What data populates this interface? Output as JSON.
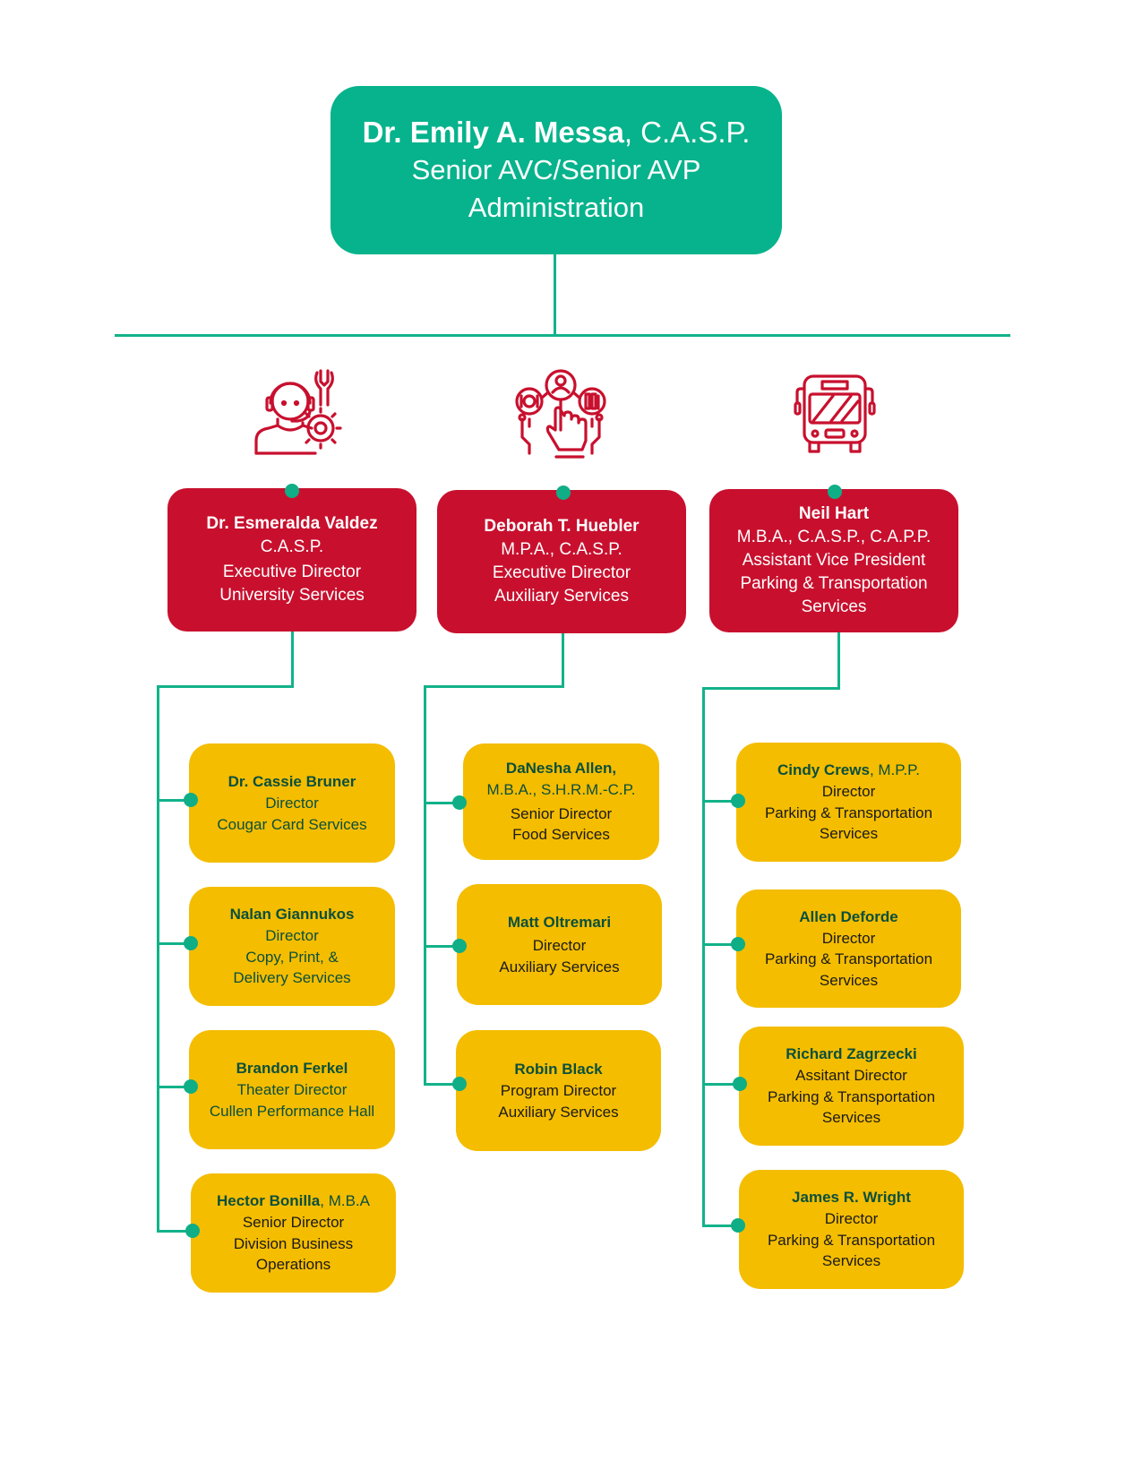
{
  "colors": {
    "top": "#06b38c",
    "director": "#c8102e",
    "staff": "#f4bd00",
    "connector": "#12b28a",
    "staff_text": "#0b4f3c"
  },
  "top": {
    "name": "Dr. Emily A. Messa",
    "credentials": ", C.A.S.P.",
    "title": "Senior AVC/Senior AVP",
    "unit": "Administration"
  },
  "directors": [
    {
      "icon": "support-technician-gear-icon",
      "name": "Dr. Esmeralda Valdez",
      "lines": [
        "C.A.S.P.",
        "Executive Director",
        "University Services"
      ]
    },
    {
      "icon": "touch-services-dining-books-icon",
      "name": "Deborah T. Huebler",
      "lines": [
        "M.P.A., C.A.S.P.",
        "Executive Director",
        "Auxiliary Services"
      ]
    },
    {
      "icon": "bus-icon",
      "name": "Neil Hart",
      "lines": [
        "M.B.A., C.A.S.P., C.A.P.P.",
        "Assistant Vice President",
        "Parking & Transportation",
        "Services"
      ]
    }
  ],
  "staff": [
    [
      {
        "name": "Dr. Cassie Bruner",
        "cred": "",
        "lines": [
          "Director",
          "Cougar Card Services"
        ]
      },
      {
        "name": "Nalan Giannukos",
        "cred": "",
        "lines": [
          "Director",
          "Copy, Print, &",
          "Delivery Services"
        ]
      },
      {
        "name": "Brandon Ferkel",
        "cred": "",
        "lines": [
          "Theater Director",
          "Cullen Performance Hall"
        ]
      },
      {
        "name": "Hector Bonilla",
        "cred": ", M.B.A",
        "lines": [
          "Senior Director",
          "Division Business",
          "Operations"
        ]
      }
    ],
    [
      {
        "name": "DaNesha Allen,",
        "cred": "",
        "lines": [
          "M.B.A., S.H.R.M.-C.P.",
          "Senior Director",
          "Food Services"
        ]
      },
      {
        "name": "Matt Oltremari",
        "cred": "",
        "lines": [
          "Director",
          "Auxiliary Services"
        ]
      },
      {
        "name": "Robin Black",
        "cred": "",
        "lines": [
          "Program Director",
          "Auxiliary Services"
        ]
      }
    ],
    [
      {
        "name": "Cindy Crews",
        "cred": ", M.P.P.",
        "lines": [
          "Director",
          "Parking & Transportation",
          "Services"
        ]
      },
      {
        "name": "Allen Deforde",
        "cred": "",
        "lines": [
          "Director",
          "Parking & Transportation",
          "Services"
        ]
      },
      {
        "name": "Richard Zagrzecki",
        "cred": "",
        "lines": [
          "Assitant Director",
          "Parking & Transportation",
          "Services"
        ]
      },
      {
        "name": "James R. Wright",
        "cred": "",
        "lines": [
          "Director",
          "Parking & Transportation",
          "Services"
        ]
      }
    ]
  ]
}
